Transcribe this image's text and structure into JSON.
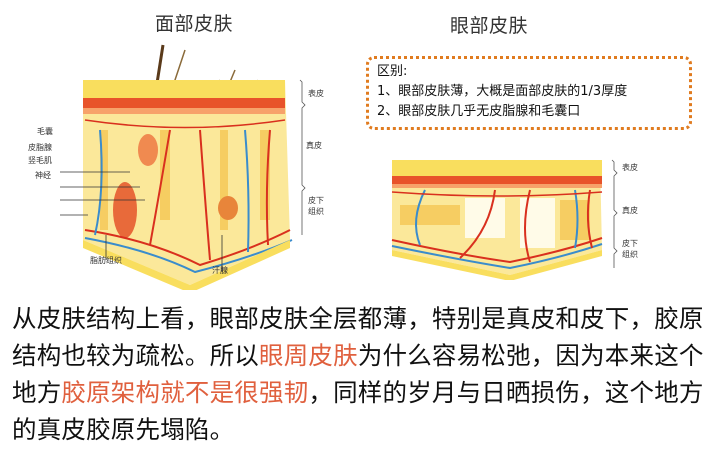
{
  "face_skin": {
    "title": "面部皮肤",
    "labels_left": [
      "毛囊",
      "皮脂腺",
      "竖毛肌",
      "神经"
    ],
    "labels_right": [
      "表皮",
      "真皮",
      "皮下组织"
    ],
    "labels_bottom": [
      "脂肪组织",
      "汗腺"
    ]
  },
  "eye_skin": {
    "title": "眼部皮肤",
    "labels_right": [
      "表皮",
      "真皮",
      "皮下组织"
    ]
  },
  "note": {
    "heading": "区别:",
    "items": [
      "1、眼部皮肤薄，大概是面部皮肤的1/3厚度",
      "2、眼部皮肤几乎无皮脂腺和毛囊口"
    ],
    "border_color": "#e07b1f"
  },
  "paragraph": {
    "seg1": "从皮肤结构上看，眼部皮肤全层都薄，特别是真皮和皮下，胶原结构也较为疏松。所以",
    "hl1": "眼周皮肤",
    "seg2": "为什么容易松弛，因为本来这个地方",
    "hl2": "胶原架构就不是很强韧",
    "seg3": "，同样的岁月与日晒损伤，这个地方的真皮胶原先塌陷。",
    "highlight_color": "#e0603e"
  }
}
